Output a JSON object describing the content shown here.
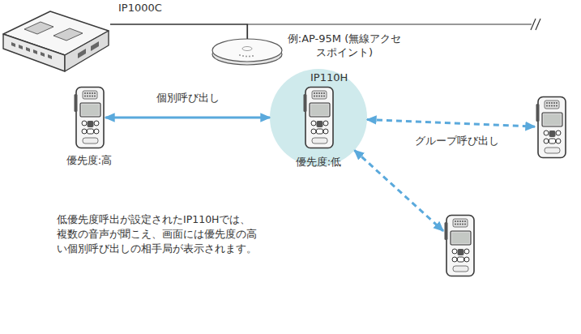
{
  "diagram": {
    "nodes": [
      {
        "text": [
          "IP1000C"
        ]
      },
      {
        "text": [
          "例:AP-95M (無線アクセスポイント)"
        ]
      },
      {
        "text": [
          "優先度:高"
        ]
      },
      {
        "text": [
          "IP110H",
          "優先度:低"
        ]
      },
      {
        "text": []
      },
      {
        "text": []
      }
    ],
    "edges": [
      {
        "from": 0,
        "to": 1,
        "arrow": "none"
      },
      {
        "from": 2,
        "to": 3,
        "arrow": "both",
        "label": "個別呼び出し"
      },
      {
        "from": 3,
        "to": 4,
        "arrow": "both",
        "label": "グループ呼び出し"
      },
      {
        "from": 3,
        "to": 5,
        "arrow": "both"
      }
    ],
    "labels": [
      "低優先度呼出が設定されたIP110Hでは、複数の音声が聞こえ、画面には優先度の高い個別呼び出しの相手局が表示されます。"
    ]
  }
}
